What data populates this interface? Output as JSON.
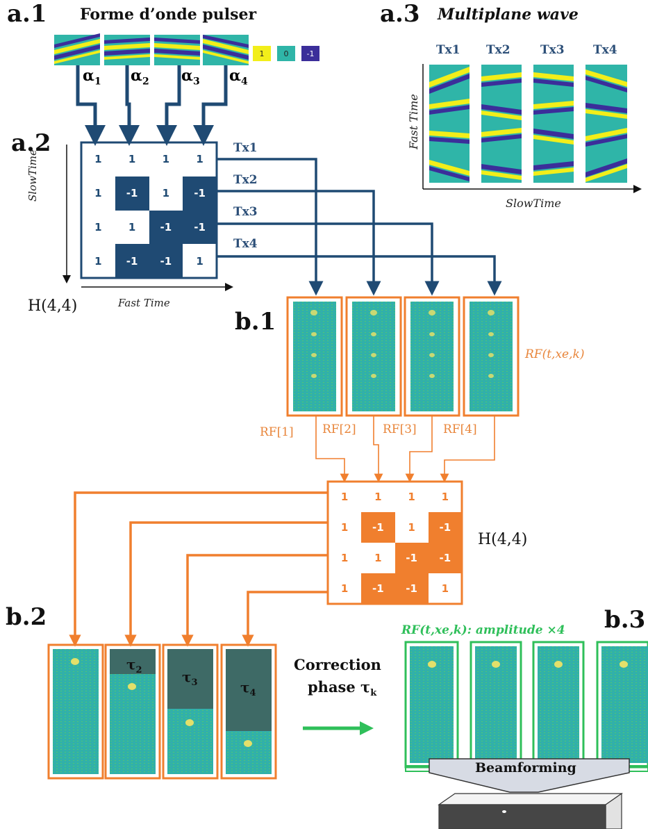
{
  "a1": {
    "label": "a.1",
    "title": "Forme d’onde pulser",
    "legend": [
      "1",
      "0",
      "-1"
    ],
    "alphas": [
      "α",
      "α",
      "α",
      "α"
    ],
    "alpha_subs": [
      "1",
      "2",
      "3",
      "4"
    ]
  },
  "a2": {
    "label": "a.2",
    "slow_time": "SlowTime",
    "fast_time": "Fast Time",
    "matrix_label": "H(4,4)",
    "rows": [
      [
        "1",
        "1",
        "1",
        "1"
      ],
      [
        "1",
        "-1",
        "1",
        "-1"
      ],
      [
        "1",
        "1",
        "-1",
        "-1"
      ],
      [
        "1",
        "-1",
        "-1",
        "1"
      ]
    ],
    "tx": [
      "Tx1",
      "Tx2",
      "Tx3",
      "Tx4"
    ]
  },
  "a3": {
    "label": "a.3",
    "title": "Multiplane wave",
    "tx": [
      "Tx1",
      "Tx2",
      "Tx3",
      "Tx4"
    ],
    "fast_time": "Fast Time",
    "slow_time": "SlowTime"
  },
  "b1": {
    "label": "b.1",
    "rf_label": "RF(t,xe,k)",
    "rf_items": [
      "RF[1]",
      "RF[2]",
      "RF[3]",
      "RF[4]"
    ]
  },
  "bh": {
    "matrix_label": "H(4,4)",
    "rows": [
      [
        "1",
        "1",
        "1",
        "1"
      ],
      [
        "1",
        "-1",
        "1",
        "-1"
      ],
      [
        "1",
        "1",
        "-1",
        "-1"
      ],
      [
        "1",
        "-1",
        "-1",
        "1"
      ]
    ]
  },
  "b2": {
    "label": "b.2",
    "taus": [
      "τ",
      "τ",
      "τ"
    ],
    "tau_subs": [
      "2",
      "3",
      "4"
    ],
    "correction_line1": "Correction",
    "correction_line2": "phase τ",
    "correction_sub": "k"
  },
  "b3": {
    "label": "b.3",
    "amp_label": "RF(t,xe,k): amplitude ×4",
    "beamforming": "Beamforming"
  },
  "colors": {
    "navy": "#1f4a73",
    "orange": "#f07f2e",
    "green": "#2fbf5a",
    "teal": "#2fb5a8",
    "yellow": "#f2ee1a",
    "purple": "#3b2e9a"
  }
}
